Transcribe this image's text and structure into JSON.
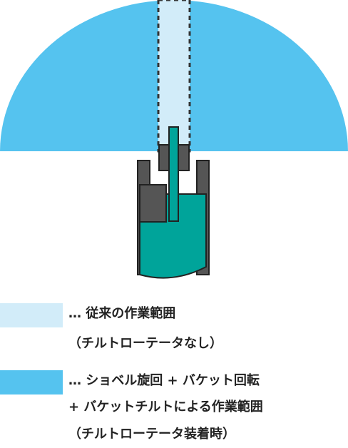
{
  "colors": {
    "work_range_with_tilt": "#55c3ef",
    "work_range_conventional": "#d2ecf9",
    "dashed_outline": "#333333",
    "machine_dark": "#555555",
    "bucket_teal": "#00a49a",
    "outline": "#222222"
  },
  "legend": {
    "conventional": {
      "line1": "… 従来の作業範囲",
      "line2": "（チルトローテータなし）"
    },
    "tilt_rotator": {
      "line1": "… ショベル旋回 + バケット回転",
      "line2": "+ バケットチルトによる作業範囲",
      "line3": "（チルトローテータ装着時）"
    }
  }
}
